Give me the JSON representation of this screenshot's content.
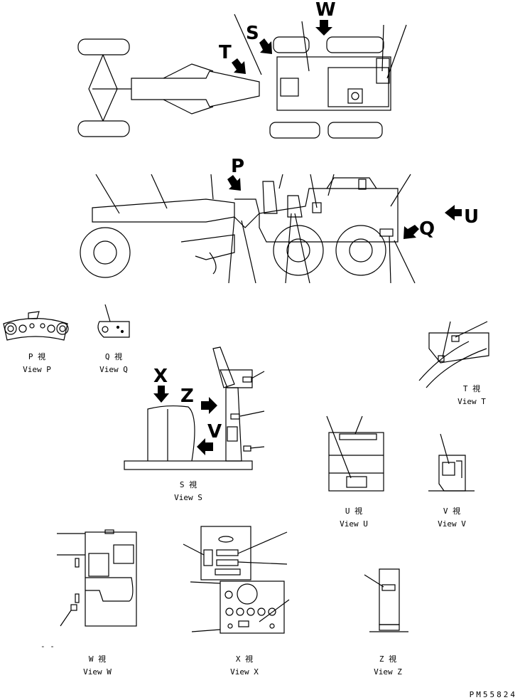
{
  "arrows": {
    "W": "W",
    "S": "S",
    "T": "T",
    "P": "P",
    "U": "U",
    "Q": "Q",
    "X": "X",
    "Z": "Z",
    "V": "V"
  },
  "views": {
    "P": {
      "jp": "P 視",
      "en": "View P"
    },
    "Q": {
      "jp": "Q 視",
      "en": "View Q"
    },
    "T": {
      "jp": "T 視",
      "en": "View T"
    },
    "S": {
      "jp": "S 視",
      "en": "View S"
    },
    "U": {
      "jp": "U 視",
      "en": "View U"
    },
    "V": {
      "jp": "V 視",
      "en": "View V"
    },
    "W": {
      "jp": "W 視",
      "en": "View W"
    },
    "X": {
      "jp": "X 視",
      "en": "View X"
    },
    "Z": {
      "jp": "Z 視",
      "en": "View Z"
    }
  },
  "part_number": "PM55824"
}
